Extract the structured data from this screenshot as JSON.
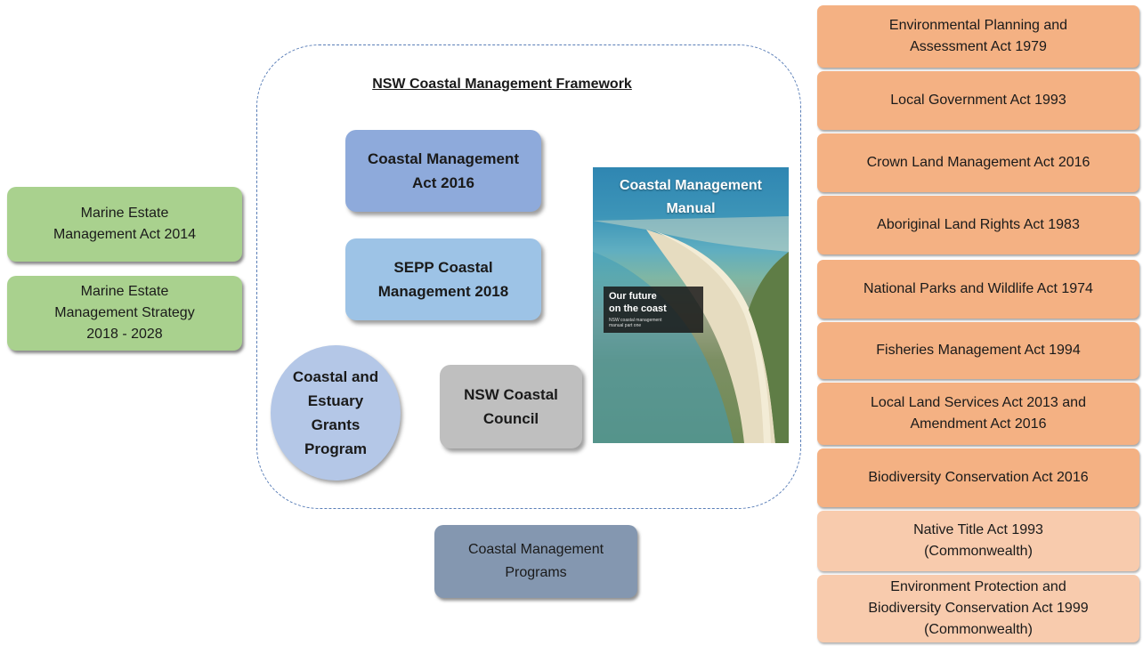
{
  "left_boxes": [
    {
      "text": "Marine Estate\nManagement Act 2014"
    },
    {
      "text": "Marine Estate\nManagement Strategy\n2018 - 2028"
    }
  ],
  "framework": {
    "title": "NSW Coastal Management Framework",
    "act": "Coastal Management\nAct 2016",
    "sepp": "SEPP Coastal\nManagement 2018",
    "grants": "Coastal and\nEstuary\nGrants\nProgram",
    "council": "NSW Coastal\nCouncil",
    "manual": {
      "title": "Coastal Management\nManual",
      "tagline": "Our future\non the coast",
      "small_text": "NSW coastal management\nmanual part one"
    }
  },
  "programs": "Coastal Management\nPrograms",
  "right_acts": [
    {
      "text": "Environmental Planning and\nAssessment Act 1979"
    },
    {
      "text": "Local Government Act 1993"
    },
    {
      "text": "Crown Land Management Act 2016"
    },
    {
      "text": "Aboriginal Land Rights Act 1983"
    },
    {
      "text": "National Parks and Wildlife Act 1974"
    },
    {
      "text": "Fisheries Management Act 1994"
    },
    {
      "text": "Local Land Services Act 2013 and\nAmendment Act 2016"
    },
    {
      "text": "Biodiversity Conservation Act 2016"
    },
    {
      "text": "Native Title Act 1993\n(Commonwealth)"
    },
    {
      "text": "Environment Protection and\nBiodiversity Conservation Act 1999\n(Commonwealth)"
    }
  ],
  "colors": {
    "marine": "#a9d18e",
    "state_acts": "#f4b183",
    "commonwealth_acts": "#f8cbad",
    "coastal_act": "#8eaadb",
    "sepp": "#9dc3e6",
    "grants": "#b4c7e7",
    "council": "#bfbfbf",
    "programs": "#8497b0",
    "framework_border": "#5b7fb8"
  }
}
